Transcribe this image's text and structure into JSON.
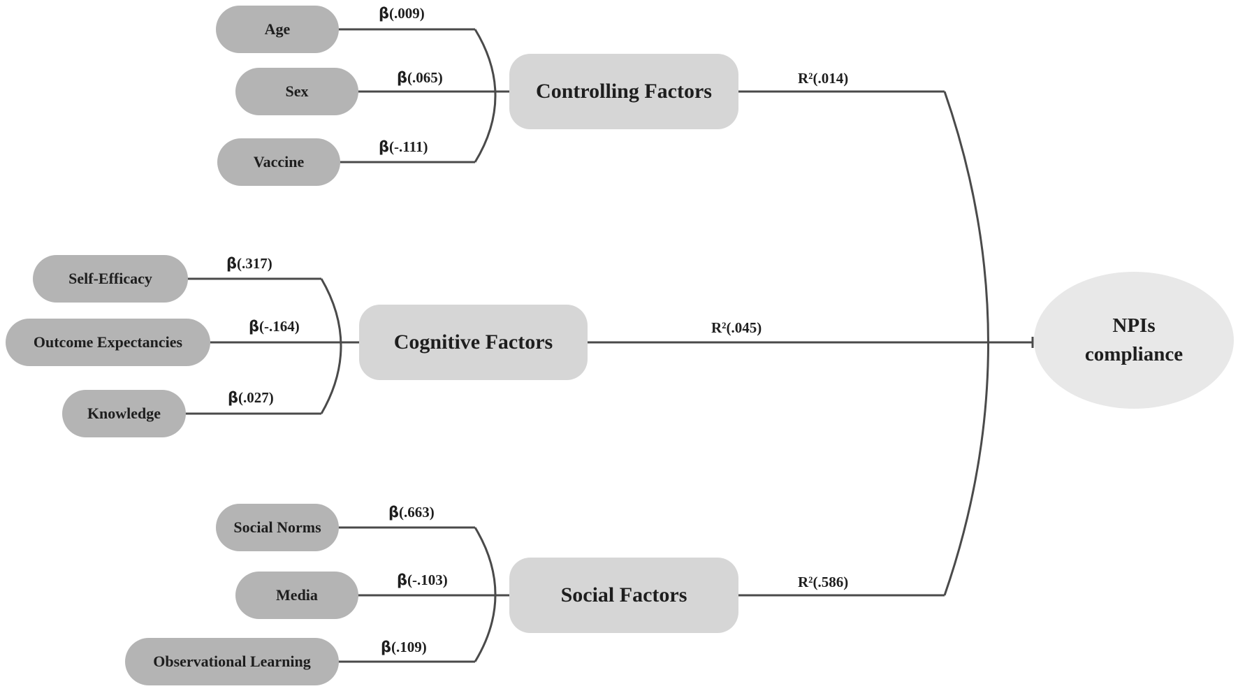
{
  "groups": {
    "controlling": {
      "label": "Controlling Factors",
      "r2": "R²(.014)",
      "items": [
        {
          "label": "Age",
          "beta": "(.009)"
        },
        {
          "label": "Sex",
          "beta": "(.065)"
        },
        {
          "label": "Vaccine",
          "beta": "(-.111)"
        }
      ]
    },
    "cognitive": {
      "label": "Cognitive Factors",
      "r2": "R²(.045)",
      "items": [
        {
          "label": "Self-Efficacy",
          "beta": "(.317)"
        },
        {
          "label": "Outcome Expectancies",
          "beta": "(-.164)"
        },
        {
          "label": "Knowledge",
          "beta": "(.027)"
        }
      ]
    },
    "social": {
      "label": "Social Factors",
      "r2": "R²(.586)",
      "items": [
        {
          "label": "Social Norms",
          "beta": "(.663)"
        },
        {
          "label": "Media",
          "beta": "(-.103)"
        },
        {
          "label": "Observational Learning",
          "beta": "(.109)"
        }
      ]
    }
  },
  "symbols": {
    "beta": "β"
  },
  "outcome": {
    "line1": "NPIs",
    "line2": "compliance"
  },
  "colors": {
    "line": "#4a4a4a",
    "item_fill": "#b4b4b4",
    "group_fill": "#d6d6d6",
    "outcome_fill": "#e8e8e8"
  }
}
